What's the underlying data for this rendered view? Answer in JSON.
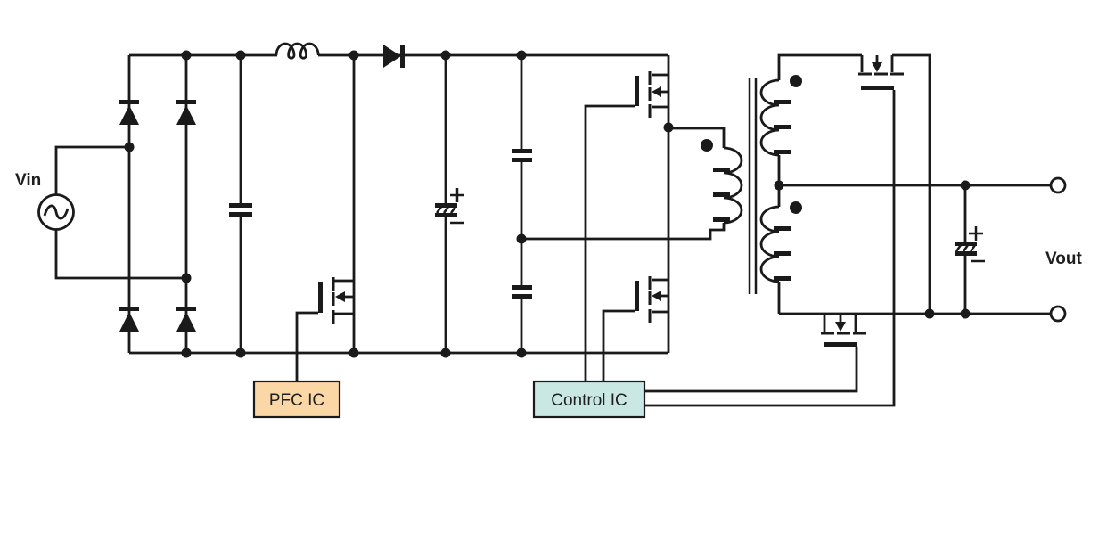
{
  "diagram": {
    "type": "switch-mode power supply schematic (PFC + half-bridge + synchronous rectification)",
    "labels": {
      "vin": "Vin",
      "vout": "Vout",
      "pfc_ic": "PFC IC",
      "control_ic": "Control IC"
    },
    "colors": {
      "wire": "#1a1a1a",
      "background": "#ffffff",
      "text": "#1f1f1f",
      "pfc_ic_fill": "#fbd7a6",
      "pfc_ic_border": "#1a1a1a",
      "control_ic_fill": "#c9e8e4",
      "control_ic_border": "#1a1a1a"
    },
    "components": [
      {
        "name": "ac-source",
        "desc": "AC input source"
      },
      {
        "name": "bridge-rectifier",
        "desc": "4-diode bridge rectifier"
      },
      {
        "name": "filter-capacitor",
        "desc": "input filter capacitor"
      },
      {
        "name": "boost-inductor",
        "desc": "PFC boost inductor"
      },
      {
        "name": "boost-diode",
        "desc": "PFC boost diode"
      },
      {
        "name": "pfc-mosfet",
        "desc": "PFC switching MOSFET"
      },
      {
        "name": "pfc-ic",
        "label": "PFC IC",
        "desc": "PFC controller"
      },
      {
        "name": "bulk-capacitor",
        "desc": "bulk electrolytic capacitor, polarized"
      },
      {
        "name": "divider-capacitors",
        "desc": "two series half-bridge capacitors"
      },
      {
        "name": "half-bridge-mosfets",
        "desc": "high-side and low-side MOSFETs"
      },
      {
        "name": "control-ic",
        "label": "Control IC",
        "desc": "half-bridge / sync-rect controller"
      },
      {
        "name": "transformer",
        "desc": "isolation transformer, center-tapped secondary, phase dots"
      },
      {
        "name": "sync-rectifier-mosfets",
        "desc": "two secondary synchronous rectifier MOSFETs"
      },
      {
        "name": "output-capacitor",
        "desc": "output electrolytic capacitor, polarized"
      },
      {
        "name": "output-terminals",
        "desc": "two Vout terminals"
      }
    ]
  }
}
